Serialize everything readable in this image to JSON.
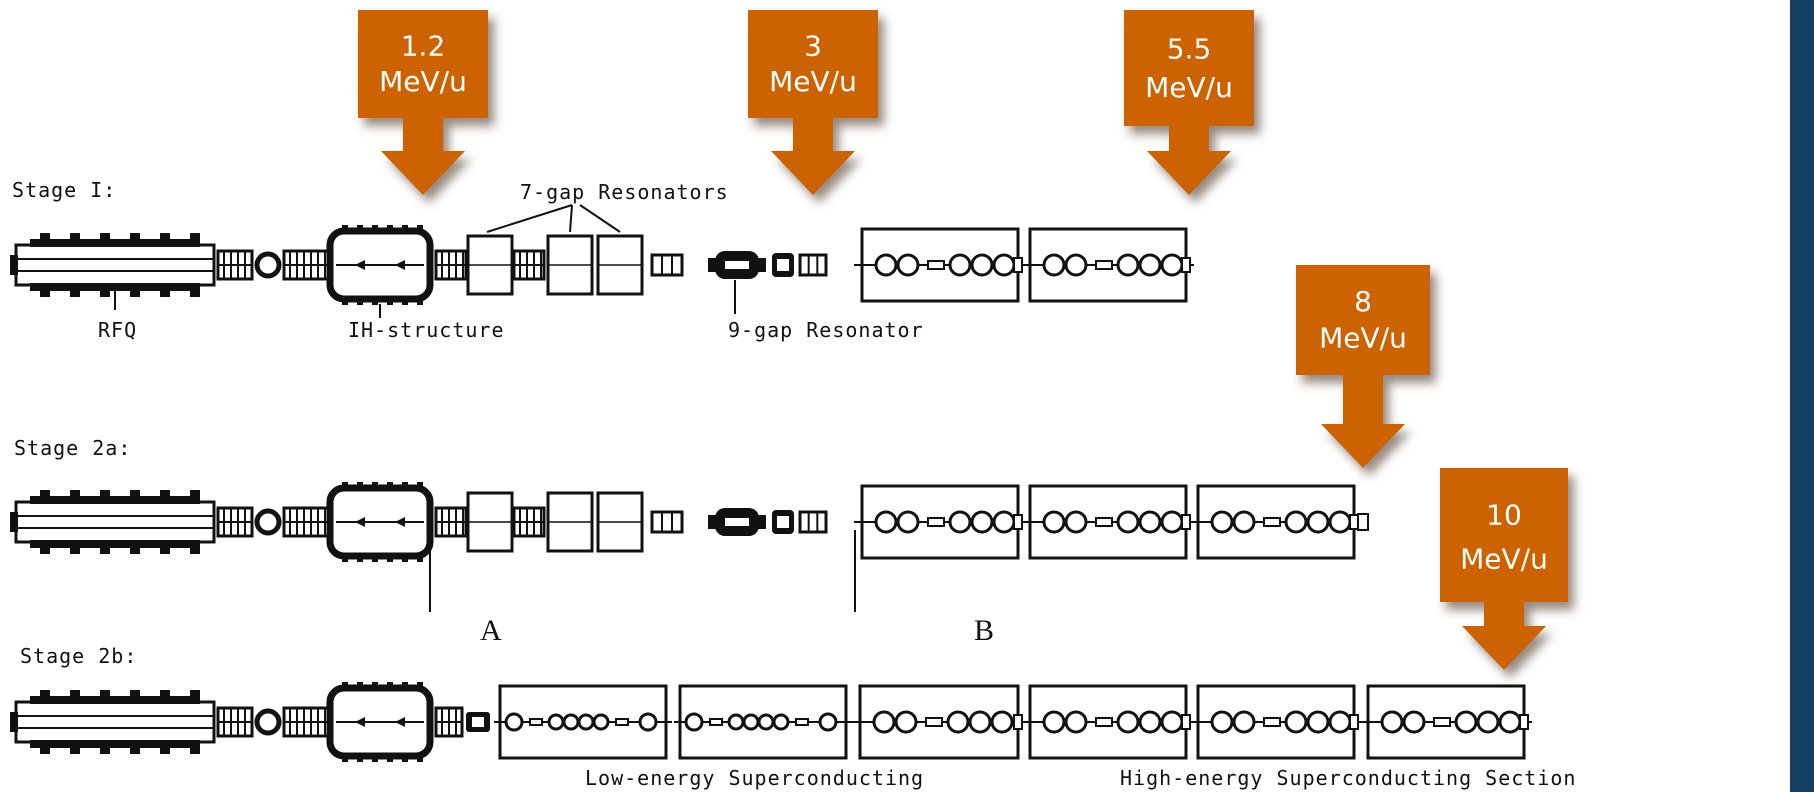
{
  "stages": [
    {
      "id": "stage1",
      "label": "Stage I:"
    },
    {
      "id": "stage2a",
      "label": "Stage 2a:"
    },
    {
      "id": "stage2b",
      "label": "Stage 2b:"
    }
  ],
  "components": {
    "rfq": "RFQ",
    "ih_structure": "IH-structure",
    "seven_gap": "7-gap Resonators",
    "nine_gap": "9-gap Resonator",
    "low_energy": "Low-energy Superconducting",
    "high_energy": "High-energy Superconducting Section"
  },
  "markers": {
    "a": "A",
    "b": "B"
  },
  "energy_flags": [
    {
      "value": "1.2",
      "unit": "MeV/u"
    },
    {
      "value": "3",
      "unit": "MeV/u"
    },
    {
      "value": "5.5",
      "unit": "MeV/u"
    },
    {
      "value": "8",
      "unit": "MeV/u"
    },
    {
      "value": "10",
      "unit": "MeV/u"
    }
  ],
  "colors": {
    "flag": "#cc6204",
    "flag_shadow": "#8a6a52",
    "line": "#111111",
    "sidebar": "#143e63"
  }
}
